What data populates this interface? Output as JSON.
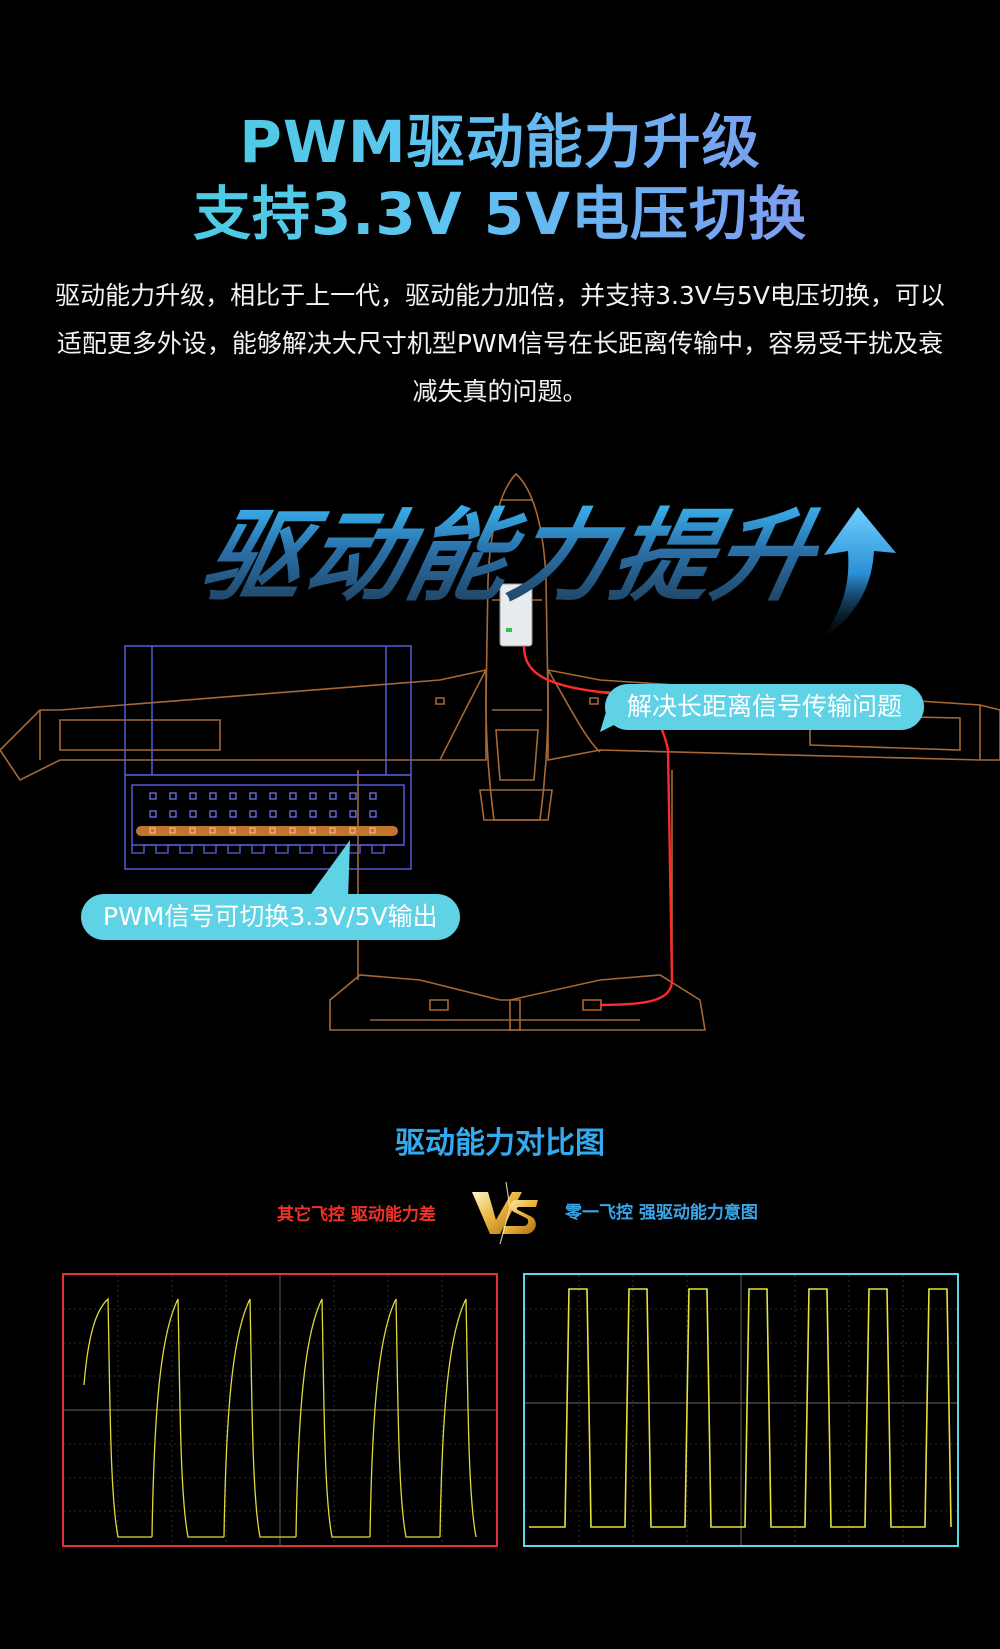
{
  "header": {
    "title_line1": "PWM驱动能力升级",
    "title_line2": "支持3.3V 5V电压切换",
    "description": "驱动能力升级，相比于上一代，驱动能力加倍，并支持3.3V与5V电压切换，可以适配更多外设，能够解决大尺寸机型PWM信号在长距离传输中，容易受干扰及衰减失真的问题。"
  },
  "hero": {
    "big_title": "驱动能力提升",
    "callout_right": "解决长距离信号传输问题",
    "callout_left": "PWM信号可切换3.3V/5V输出"
  },
  "comparison": {
    "title": "驱动能力对比图",
    "left_label": "其它飞控 驱动能力差",
    "right_label": "零一飞控 强驱动能力意图"
  },
  "colors": {
    "accent_cyan": "#5fd2e6",
    "accent_blue": "#33aaf0",
    "bad_red": "#e03238",
    "signal_yellow": "#e6e23a",
    "wire_red": "#ff2a2a",
    "outline_orange": "#c87a3a"
  },
  "icons": {
    "arrow": "up-arrow-icon",
    "vs": "vs-emblem-icon"
  }
}
